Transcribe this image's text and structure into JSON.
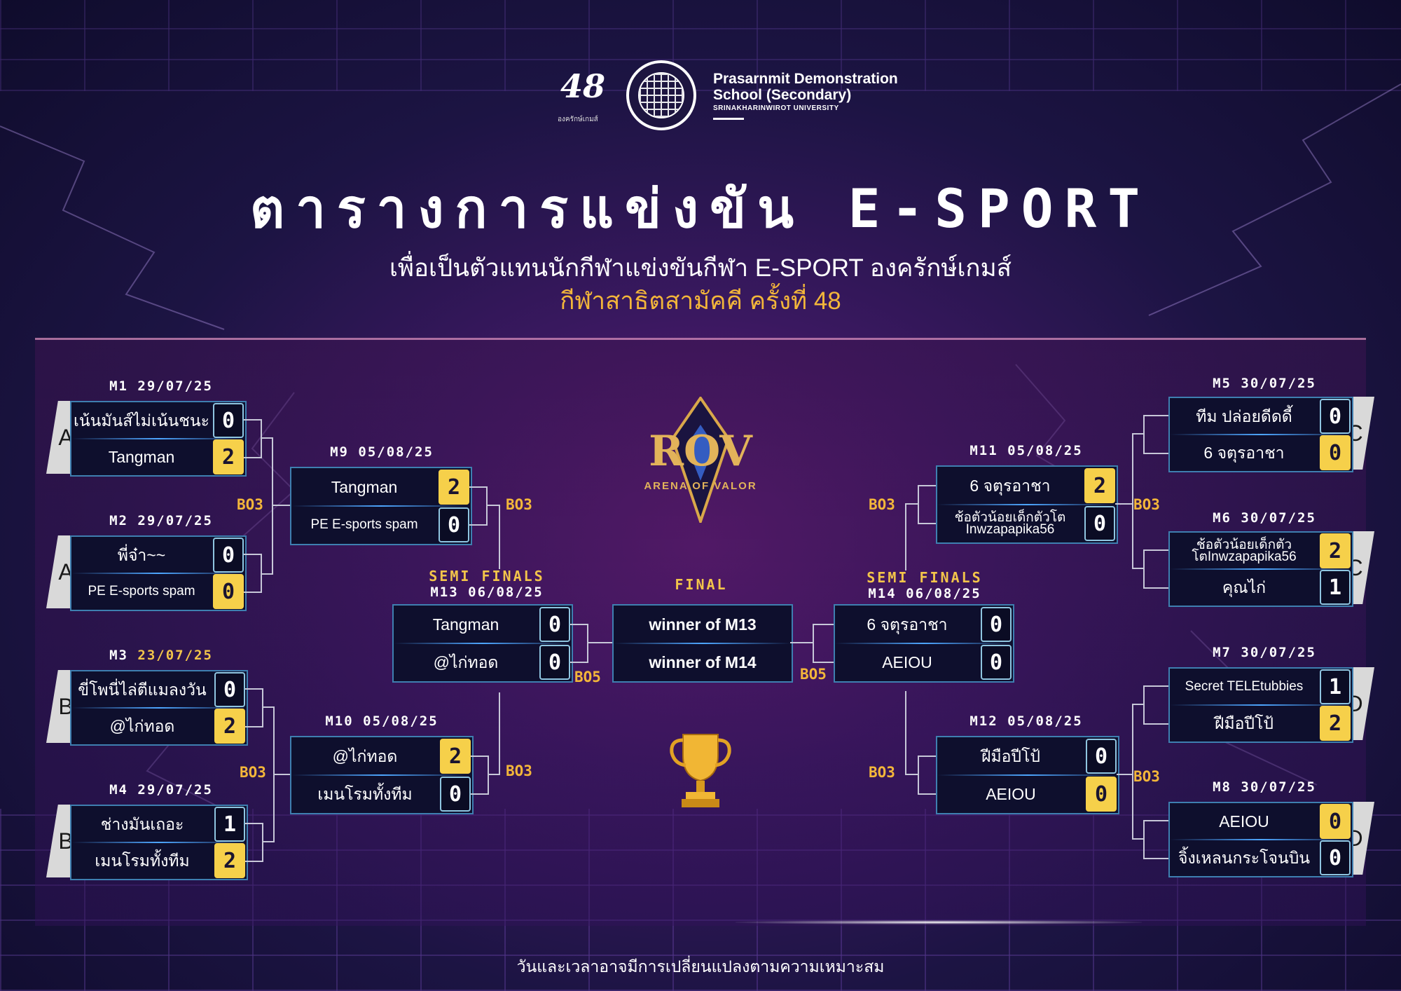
{
  "header": {
    "logo48_number": "48",
    "logo48_caption": "องครักษ์เกมส์",
    "school_line1": "Prasarnmit Demonstration",
    "school_line2": "School (Secondary)",
    "school_line3": "SRINAKHARINWIROT UNIVERSITY",
    "title": "ตารางการแข่งขัน E-SPORT",
    "subtitle1": "เพื่อเป็นตัวแทนนักกีฬาแข่งขันกีฬา E-SPORT องครักษ์เกมส์",
    "subtitle2": "กีฬาสาธิตสามัคคี ครั้งที่ 48"
  },
  "bo3": "BO3",
  "bo5": "BO5",
  "rov_logo": "ROV",
  "rov_tagline": "ARENA OF VALOR",
  "matches": {
    "m1": {
      "label_a": "M1",
      "date": "29/07/25",
      "group": "A",
      "t1": "เน้นมันส์ไม่เน้นชนะ",
      "s1": "0",
      "t2": "Tangman",
      "s2": "2"
    },
    "m2": {
      "label_a": "M2",
      "date": "29/07/25",
      "group": "A",
      "t1": "พี่จ๋า~~",
      "s1": "0",
      "t2": "PE E-sports spam",
      "s2": "0"
    },
    "m3": {
      "label_a": "M3",
      "date": "23/07/25",
      "group": "B",
      "t1": "ขี่โพนี่ไล่ตีแมลงวัน",
      "s1": "0",
      "t2": "@ไก่ทอด",
      "s2": "2"
    },
    "m4": {
      "label_a": "M4",
      "date": "29/07/25",
      "group": "B",
      "t1": "ช่างมันเถอะ",
      "s1": "1",
      "t2": "เมนโรมทั้งทีม",
      "s2": "2"
    },
    "m5": {
      "label_a": "M5",
      "date": "30/07/25",
      "group": "C",
      "t1": "ทีม ปล่อยดีดดี้",
      "s1": "0",
      "t2": "6 จตุรอาชา",
      "s2": "0"
    },
    "m6": {
      "label_a": "M6",
      "date": "30/07/25",
      "group": "C",
      "t1": "ช้อตัวน้อยเด็กตัวโตInwzapapika56",
      "s1": "2",
      "t2": "คุณไก่",
      "s2": "1"
    },
    "m7": {
      "label_a": "M7",
      "date": "30/07/25",
      "group": "D",
      "t1": "Secret TELEtubbies",
      "s1": "1",
      "t2": "ฝีมือปีโป้",
      "s2": "2"
    },
    "m8": {
      "label_a": "M8",
      "date": "30/07/25",
      "group": "D",
      "t1": "AEIOU",
      "s1": "0",
      "t2": "จิ้งเหลนกระโจนบิน",
      "s2": "0"
    },
    "m9": {
      "label_a": "M9",
      "date": "05/08/25",
      "t1": "Tangman",
      "s1": "2",
      "t2": "PE E-sports spam",
      "s2": "0"
    },
    "m10": {
      "label_a": "M10",
      "date": "05/08/25",
      "t1": "@ไก่ทอด",
      "s1": "2",
      "t2": "เมนโรมทั้งทีม",
      "s2": "0"
    },
    "m11": {
      "label_a": "M11",
      "date": "05/08/25",
      "t1": "6 จตุรอาชา",
      "s1": "2",
      "t2": "ช้อตัวน้อยเด็กตัวโต Inwzapapika56",
      "s2": "0"
    },
    "m12": {
      "label_a": "M12",
      "date": "05/08/25",
      "t1": "ฝีมือปีโป้",
      "s1": "0",
      "t2": "AEIOU",
      "s2": "0"
    },
    "m13": {
      "stage": "SEMI FINALS",
      "label_a": "M13",
      "date": "06/08/25",
      "t1": "Tangman",
      "s1": "0",
      "t2": "@ไก่ทอด",
      "s2": "0"
    },
    "m14": {
      "stage": "SEMI FINALS",
      "label_a": "M14",
      "date": "06/08/25",
      "t1": "6 จตุรอาชา",
      "s1": "0",
      "t2": "AEIOU",
      "s2": "0"
    },
    "final": {
      "stage": "FINAL",
      "t1": "winner of M13",
      "t2": "winner of M14"
    }
  },
  "footer": "วันและเวลาอาจมีการเปลี่ยนแปลงตามความเหมาะสม",
  "colors": {
    "win_score": "#f6d04a",
    "accent": "#f3b63a",
    "card_border": "#3e7fb0"
  }
}
